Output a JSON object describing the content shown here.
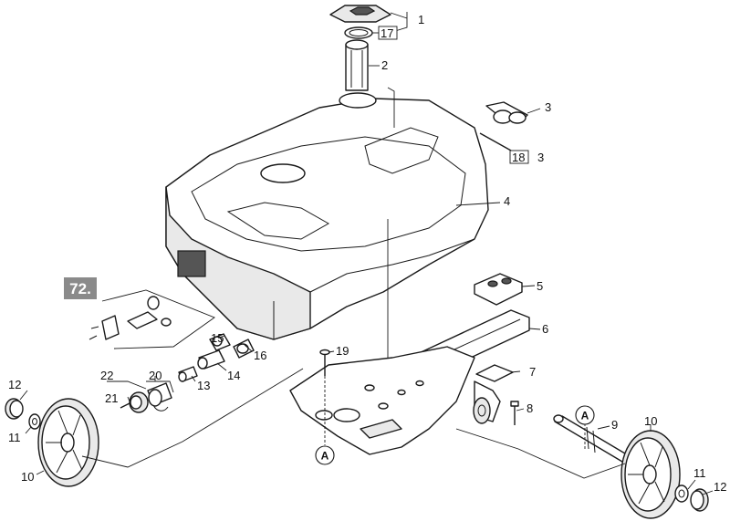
{
  "reference_badge": "72.",
  "datum_marker": "A",
  "callouts": {
    "c1": "1",
    "c17": "17",
    "c2": "2",
    "c3a": "3",
    "c18": "18",
    "c3b": "3",
    "c4": "4",
    "c5": "5",
    "c6": "6",
    "c7": "7",
    "c8": "8",
    "c9": "9",
    "c10_right": "10",
    "c11_right": "11",
    "c12_right": "12",
    "c15": "15",
    "c16": "16",
    "c19": "19",
    "c14": "14",
    "c13": "13",
    "c20": "20",
    "c22": "22",
    "c21": "21",
    "c12_left": "12",
    "c11_left": "11",
    "c10_left": "10"
  }
}
